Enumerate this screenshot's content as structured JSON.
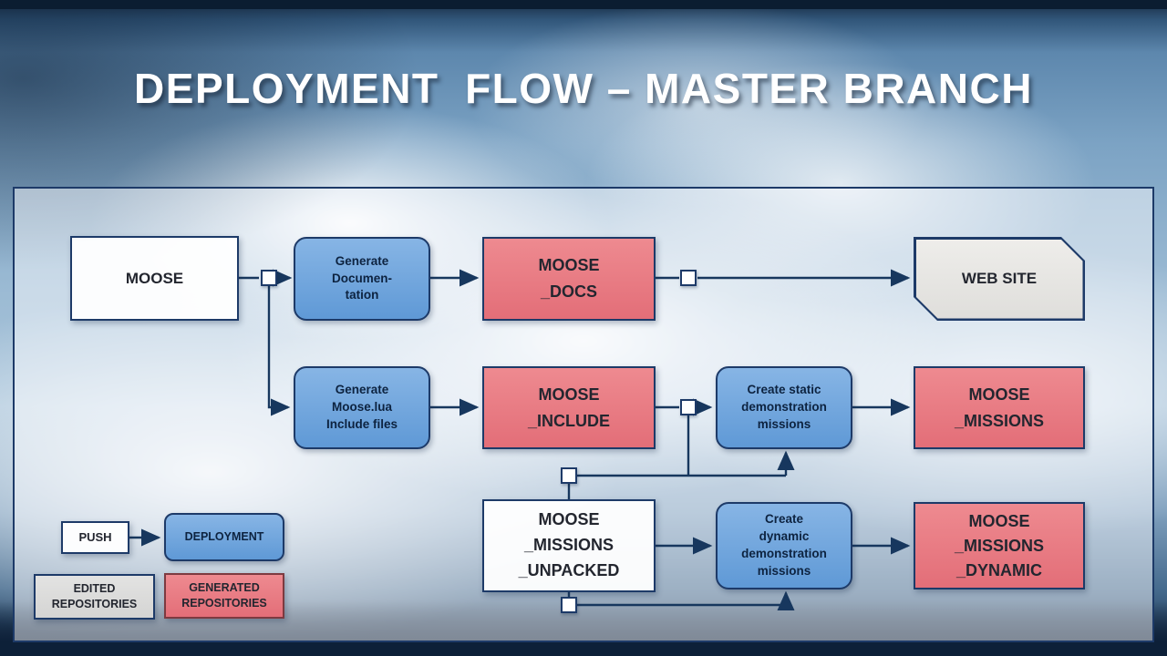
{
  "title": "DEPLOYMENT  FLOW – MASTER BRANCH",
  "diagram": {
    "nodes": {
      "moose": {
        "label": "MOOSE"
      },
      "gen_doc": {
        "label": "Generate\nDocumen-\ntation"
      },
      "moose_docs": {
        "label": "MOOSE\n_DOCS"
      },
      "web_site": {
        "label": "WEB SITE"
      },
      "gen_include": {
        "label": "Generate\nMoose.lua\nInclude files"
      },
      "moose_include": {
        "label": "MOOSE\n_INCLUDE"
      },
      "create_static": {
        "label": "Create static\ndemonstration\nmissions"
      },
      "moose_missions": {
        "label": "MOOSE\n_MISSIONS"
      },
      "moose_missions_unpacked": {
        "label": "MOOSE\n_MISSIONS\n_UNPACKED"
      },
      "create_dynamic": {
        "label": "Create\ndynamic\ndemonstration\nmissions"
      },
      "moose_missions_dynamic": {
        "label": "MOOSE\n_MISSIONS\n_DYNAMIC"
      }
    },
    "legend": {
      "push": "PUSH",
      "deployment": "DEPLOYMENT",
      "edited_repositories": "EDITED\nREPOSITORIES",
      "generated_repositories": "GENERATED\nREPOSITORIES"
    },
    "colors": {
      "process_blue": "#6fa3dc",
      "generated_red": "#e87d84",
      "edited_grey": "#d9d9d9",
      "connector_navy": "#17375e",
      "panel_border": "#1d3a68"
    }
  }
}
